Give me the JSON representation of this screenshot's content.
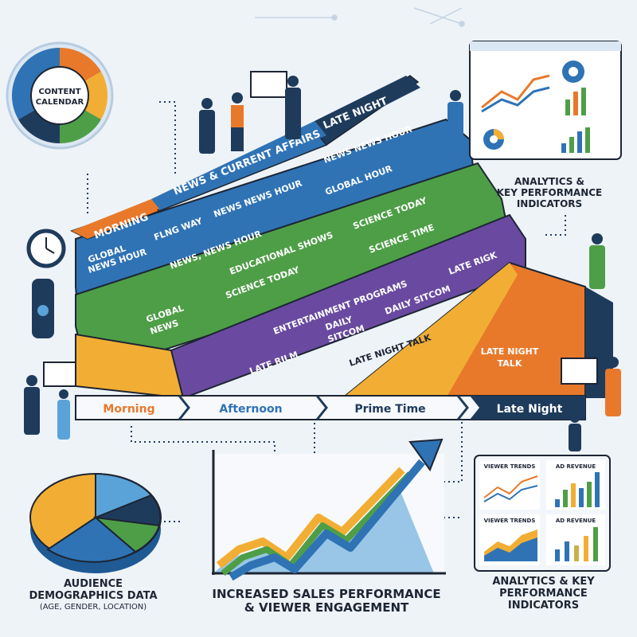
{
  "calendar": {
    "label_line1": "CONTENT",
    "label_line2": "CALENDAR"
  },
  "top_banner": {
    "morning": "MORNING",
    "news": "NEWS & CURRENT AFFAIRS",
    "late_night": "LATE NIGHT"
  },
  "blue_band": {
    "items": [
      "GLOBAL",
      "NEWS HOUR",
      "FLNG WAY",
      "NEWS NEWS HOUR",
      "NEWS, NEWS HOUR",
      "NEWS NEWS HOUR",
      "GLOBAL HOUR"
    ]
  },
  "green_band": {
    "title": "EDUCATIONAL SHOWS",
    "items": [
      "GLOBAL",
      "NEWS",
      "SCIENCE TODAY",
      "SCIENCE TODAY",
      "SCIENCE TIME"
    ]
  },
  "purple_band": {
    "title": "ENTERTAINMENT PROGRAMS",
    "items": [
      "LATE RILM",
      "DAILY",
      "SITCOM",
      "DAILY SITCOM",
      "LATE RIGK"
    ]
  },
  "orange_band": {
    "title": "LATE NIGHT TALK",
    "item_line1": "LATE NIGHT",
    "item_line2": "TALK"
  },
  "timeline": [
    "Morning",
    "Afternoon",
    "Prime Time",
    "Late Night"
  ],
  "analytics_top": {
    "line1": "ANALYTICS &",
    "line2": "KEY PERFORMANCE",
    "line3": "INDICATORS"
  },
  "analytics_bottom": {
    "panels": [
      "VIEWER TRENDS",
      "AD REVENUE",
      "VIEWER TRENDS",
      "AD REVENUE"
    ],
    "line1": "ANALYTICS & KEY",
    "line2": "PERFORMANCE",
    "line3": "INDICATORS"
  },
  "demographics": {
    "line1": "AUDIENCE",
    "line2": "DEMOGRAPHICS DATA",
    "line3": "(AGE, GENDER, LOCATION)"
  },
  "sales": {
    "line1": "INCREASED SALES PERFORMANCE",
    "line2": "& VIEWER ENGAGEMENT"
  },
  "colors": {
    "navy": "#1f3b5c",
    "blue": "#2f73b5",
    "light_blue": "#5aa3d8",
    "green": "#4e9e47",
    "purple": "#6a4aa0",
    "orange": "#e8792b",
    "yellow": "#f2ae34"
  }
}
